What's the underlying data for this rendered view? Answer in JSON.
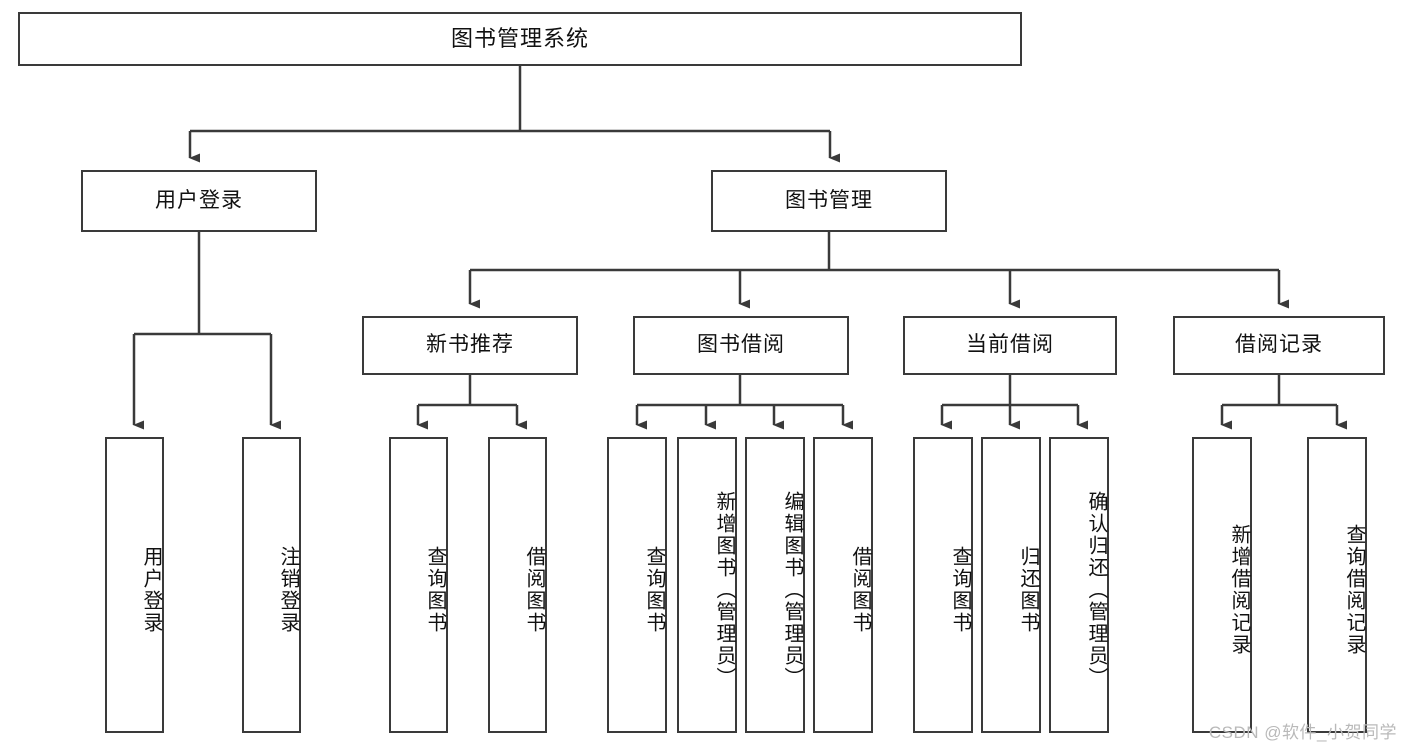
{
  "diagram": {
    "type": "tree-hierarchy-chart",
    "title": "图书管理系统",
    "watermark": "CSDN @软件_小贺同学",
    "colors": {
      "stroke": "#3a3a3a",
      "fill": "#ffffff",
      "text": "#111111",
      "watermark": "#b9b9b9"
    },
    "levels": {
      "level1": [
        {
          "id": "root",
          "label": "图书管理系统"
        }
      ],
      "level2": [
        {
          "id": "user-login",
          "label": "用户登录"
        },
        {
          "id": "book-manage",
          "label": "图书管理"
        }
      ],
      "level3": [
        {
          "id": "new-book-rec",
          "label": "新书推荐",
          "parent": "book-manage"
        },
        {
          "id": "book-borrow",
          "label": "图书借阅",
          "parent": "book-manage"
        },
        {
          "id": "current-borrow",
          "label": "当前借阅",
          "parent": "book-manage"
        },
        {
          "id": "borrow-record",
          "label": "借阅记录",
          "parent": "book-manage"
        }
      ],
      "leaves": [
        {
          "id": "leaf-user-login",
          "label": "用户登录",
          "parent": "user-login"
        },
        {
          "id": "leaf-logout",
          "label": "注销登录",
          "parent": "user-login"
        },
        {
          "id": "leaf-query-book-1",
          "label": "查询图书",
          "parent": "new-book-rec"
        },
        {
          "id": "leaf-borrow-book-1",
          "label": "借阅图书",
          "parent": "new-book-rec"
        },
        {
          "id": "leaf-query-book-2",
          "label": "查询图书",
          "parent": "book-borrow"
        },
        {
          "id": "leaf-add-book",
          "label": "新增图书（管理员）",
          "parent": "book-borrow"
        },
        {
          "id": "leaf-edit-book",
          "label": "编辑图书（管理员）",
          "parent": "book-borrow"
        },
        {
          "id": "leaf-borrow-book-2",
          "label": "借阅图书",
          "parent": "book-borrow"
        },
        {
          "id": "leaf-query-book-3",
          "label": "查询图书",
          "parent": "current-borrow"
        },
        {
          "id": "leaf-return-book",
          "label": "归还图书",
          "parent": "current-borrow"
        },
        {
          "id": "leaf-confirm-return",
          "label": "确认归还（管理员）",
          "parent": "current-borrow"
        },
        {
          "id": "leaf-add-record",
          "label": "新增借阅记录",
          "parent": "borrow-record"
        },
        {
          "id": "leaf-query-record",
          "label": "查询借阅记录",
          "parent": "borrow-record"
        }
      ]
    }
  }
}
